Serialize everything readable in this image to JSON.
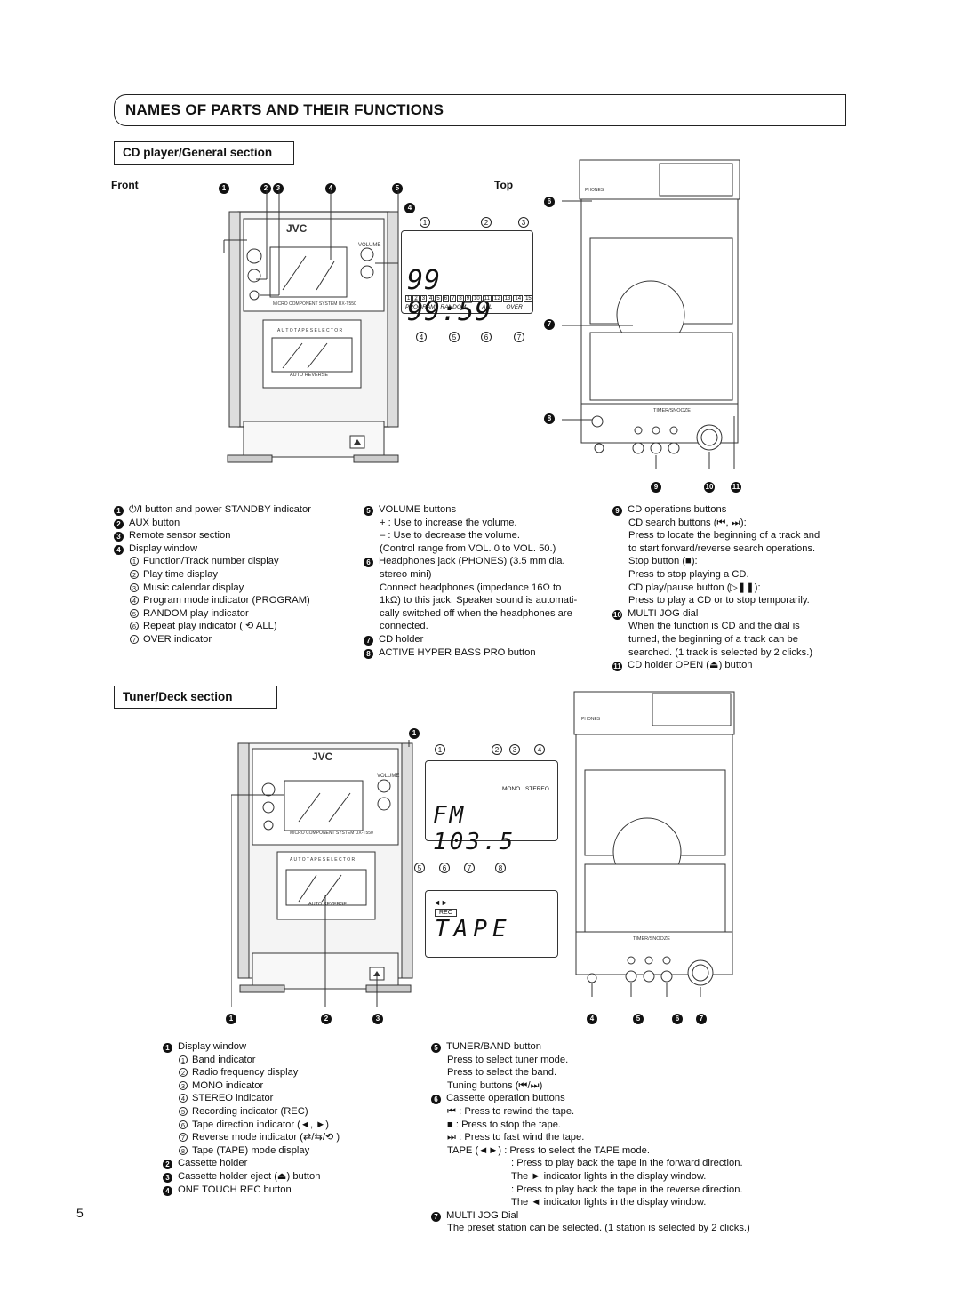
{
  "title": "NAMES OF PARTS AND THEIR FUNCTIONS",
  "page_number": "5",
  "brand": "JVC",
  "model_text": "MICRO COMPONENT SYSTEM UX-T550",
  "cd_section": {
    "heading": "CD player/General section",
    "front_label": "Front",
    "top_label": "Top",
    "lcd_digits": "99 99:59",
    "lcd_track_numbers": [
      "1",
      "2",
      "3",
      "4",
      "5",
      "6",
      "7",
      "8",
      "9",
      "10",
      "11",
      "12",
      "13",
      "14",
      "15"
    ],
    "lcd_labels": {
      "program": "PROGRAM",
      "random": "RANDOM",
      "all": "ALL",
      "over": "OVER"
    },
    "device_labels": {
      "volume": "VOLUME",
      "phones": "PHONES",
      "auto_tape_selector": "A U T O   T A P E   S E L E C T O R",
      "auto_reverse": "AUTO REVERSE",
      "timer_snooze": "TIMER/SNOOZE"
    },
    "callouts_front": [
      "1",
      "2",
      "3",
      "4",
      "5"
    ],
    "callouts_lcd_top": [
      "1",
      "2",
      "3"
    ],
    "callouts_lcd_bottom": [
      "4",
      "5",
      "6",
      "7"
    ],
    "callouts_top": [
      "6",
      "7",
      "8",
      "9",
      "10",
      "11"
    ],
    "col1": [
      {
        "n": "1",
        "t": " button and power STANDBY indicator",
        "icon": "⏻/I"
      },
      {
        "n": "2",
        "t": "AUX button"
      },
      {
        "n": "3",
        "t": "Remote sensor section"
      },
      {
        "n": "4",
        "t": "Display window"
      },
      {
        "c": "1",
        "t": "Function/Track number display"
      },
      {
        "c": "2",
        "t": "Play time display"
      },
      {
        "c": "3",
        "t": "Music calendar display"
      },
      {
        "c": "4",
        "t": "Program mode indicator (PROGRAM)"
      },
      {
        "c": "5",
        "t": "RANDOM play indicator"
      },
      {
        "c": "6",
        "t": "Repeat play indicator ( ⟲ ALL)"
      },
      {
        "c": "7",
        "t": "OVER indicator"
      }
    ],
    "col2": [
      {
        "n": "5",
        "t": "VOLUME buttons"
      },
      {
        "i": "+ : Use to increase the volume."
      },
      {
        "i": "– : Use to decrease the volume."
      },
      {
        "i": "(Control range from VOL. 0 to VOL. 50.)"
      },
      {
        "n": "6",
        "t": "Headphones jack (PHONES) (3.5 mm dia."
      },
      {
        "i": "stereo mini)"
      },
      {
        "i": "Connect headphones (impedance 16Ω to"
      },
      {
        "i": "1kΩ) to this jack. Speaker sound is automati-"
      },
      {
        "i": "cally switched off when the headphones are"
      },
      {
        "i": "connected."
      },
      {
        "n": "7",
        "t": "CD holder"
      },
      {
        "n": "8",
        "t": "ACTIVE HYPER BASS PRO button"
      }
    ],
    "col3": [
      {
        "n": "9",
        "t": "CD operations buttons"
      },
      {
        "i": "CD search buttons (⏮, ⏭):"
      },
      {
        "i": "Press to locate the beginning of a track and"
      },
      {
        "i": "to start forward/reverse search operations."
      },
      {
        "i": "Stop button (■):"
      },
      {
        "i": "Press to stop playing a CD."
      },
      {
        "i": "CD play/pause button (▷❚❚):"
      },
      {
        "i": "Press to play a CD or to stop temporarily."
      },
      {
        "n": "10",
        "t": "MULTI JOG dial"
      },
      {
        "i": "When the function is CD and the dial is"
      },
      {
        "i": "turned, the beginning of a track can be"
      },
      {
        "i": "searched. (1 track is selected by 2 clicks.)"
      },
      {
        "n": "11",
        "t": "CD holder OPEN (⏏) button"
      }
    ]
  },
  "tuner_section": {
    "heading": "Tuner/Deck section",
    "lcd_fm": "FM 103.5",
    "lcd_tape": "TAPE",
    "lcd_labels": {
      "mono": "MONO",
      "stereo": "STEREO",
      "rec": "REC"
    },
    "callouts_lcd_top": [
      "1",
      "2",
      "3",
      "4"
    ],
    "callouts_lcd_mid": [
      "5",
      "6",
      "7",
      "8"
    ],
    "callouts_front": [
      "1",
      "2",
      "3"
    ],
    "callouts_top": [
      "4",
      "5",
      "6",
      "7"
    ],
    "callout_front_top": "1",
    "col1": [
      {
        "n": "1",
        "t": "Display window"
      },
      {
        "c": "1",
        "t": "Band indicator"
      },
      {
        "c": "2",
        "t": "Radio frequency display"
      },
      {
        "c": "3",
        "t": "MONO indicator"
      },
      {
        "c": "4",
        "t": "STEREO indicator"
      },
      {
        "c": "5",
        "t": "Recording indicator (REC)"
      },
      {
        "c": "6",
        "t": "Tape direction indicator (◄, ►)"
      },
      {
        "c": "7",
        "t": "Reverse mode indicator (⇄/⇆/⟲ )"
      },
      {
        "c": "8",
        "t": "Tape (TAPE) mode display"
      },
      {
        "n": "2",
        "t": "Cassette holder"
      },
      {
        "n": "3",
        "t": "Cassette holder eject (⏏) button"
      },
      {
        "n": "4",
        "t": "ONE TOUCH REC button"
      }
    ],
    "col2": [
      {
        "n": "5",
        "t": "TUNER/BAND button"
      },
      {
        "i": "Press to select tuner mode."
      },
      {
        "i": "Press to select the band."
      },
      {
        "i": "Tuning buttons (⏮/⏭)"
      },
      {
        "n": "6",
        "t": "Cassette operation buttons"
      },
      {
        "i": "⏮ : Press to rewind the tape."
      },
      {
        "i": "■   : Press to stop the tape."
      },
      {
        "i": "⏭ : Press to fast wind the tape."
      },
      {
        "i": "TAPE (◄►) : Press to select the TAPE mode."
      },
      {
        "i2": ": Press to play back the tape in the forward direction."
      },
      {
        "i2": "The ► indicator lights in the display window."
      },
      {
        "i2": ": Press to play back the tape in the reverse direction."
      },
      {
        "i2": "The ◄ indicator lights in the display window."
      },
      {
        "n": "7",
        "t": "MULTI JOG Dial"
      },
      {
        "i": "The preset station can be selected. (1 station is selected by 2 clicks.)"
      }
    ]
  }
}
